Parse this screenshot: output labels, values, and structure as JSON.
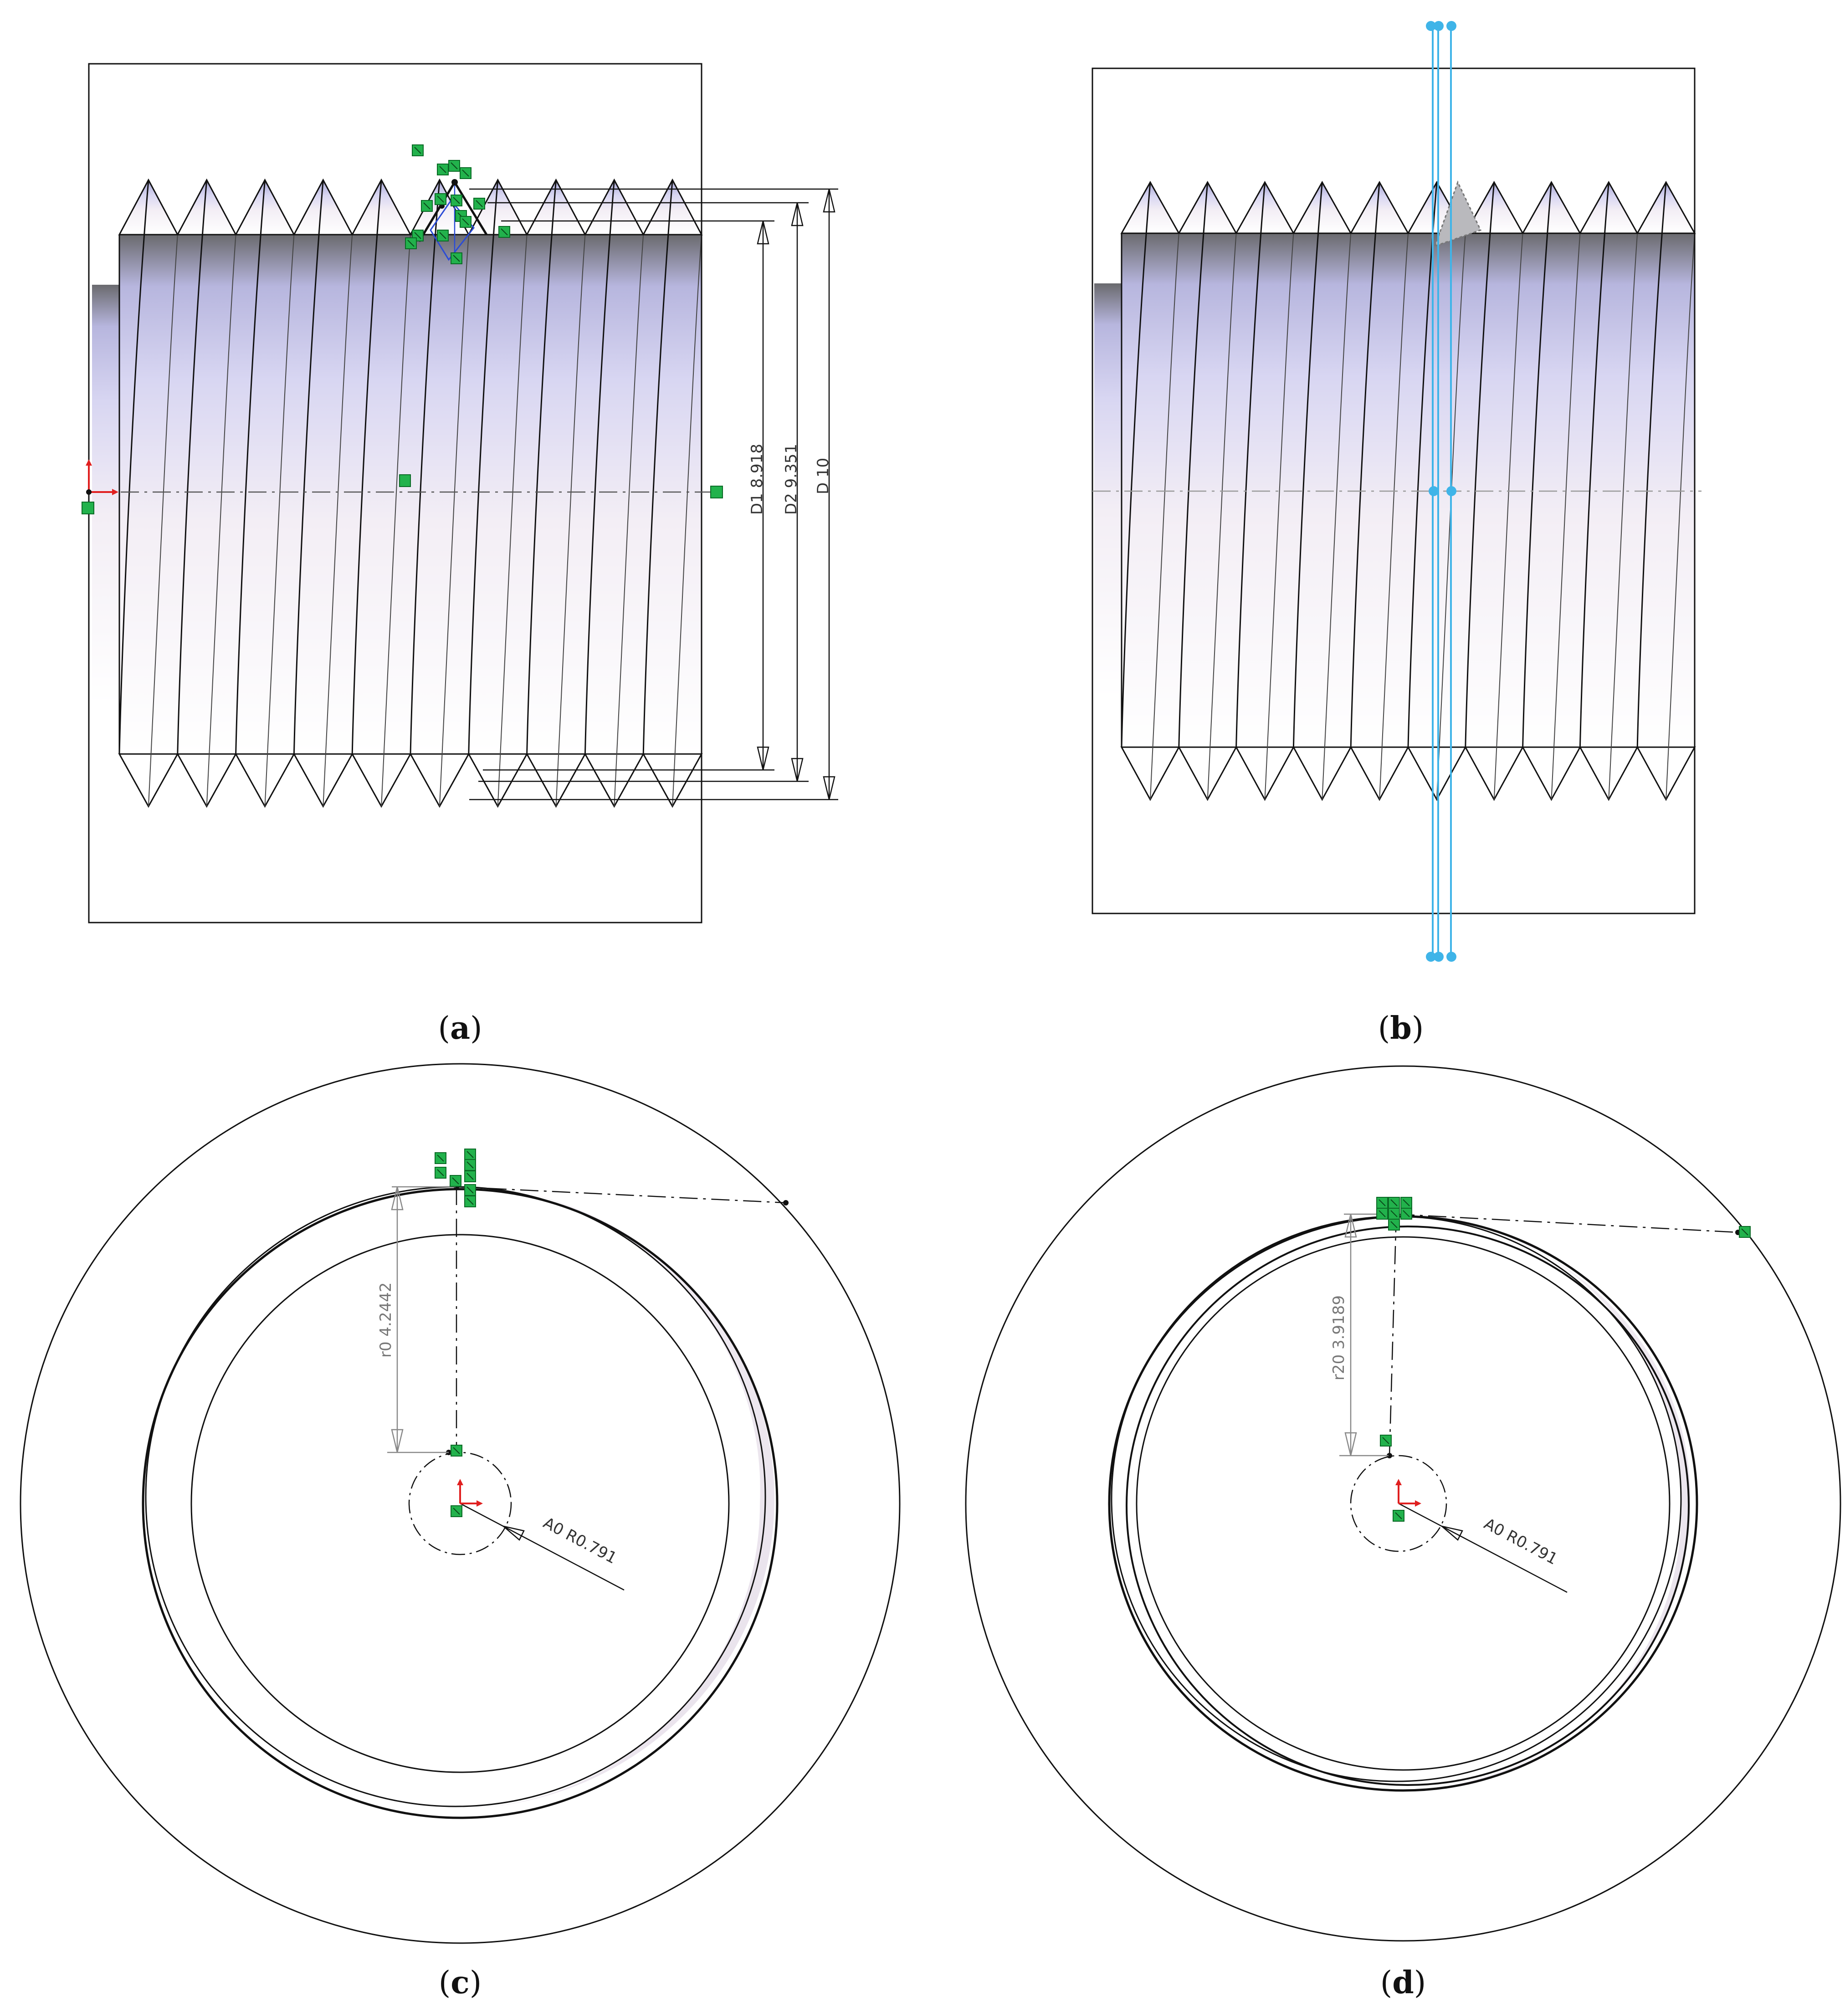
{
  "panels": {
    "a": {
      "caption_open": "(",
      "caption_letter": "a",
      "caption_close": ")",
      "dimensions": {
        "d1": "D1  8.918",
        "d2": "D2  9.351",
        "d": "D  10"
      }
    },
    "b": {
      "caption_open": "(",
      "caption_letter": "b",
      "caption_close": ")"
    },
    "c": {
      "caption_open": "(",
      "caption_letter": "c",
      "caption_close": ")",
      "radius_label": "r0  4.2442",
      "angle_label": "A0  R0.791"
    },
    "d": {
      "caption_open": "(",
      "caption_letter": "d",
      "caption_close": ")",
      "radius_label": "r20  3.9189",
      "angle_label": "A0  R0.791"
    }
  },
  "colors": {
    "sketch_green": "#22b24c",
    "plane_blue": "#3fb4e8",
    "origin_red": "#e02020",
    "outline": "#111111",
    "thread_light": "#f3eef5",
    "thread_lavender": "#c9c6ee",
    "thread_dark": "#6a6a6e"
  }
}
